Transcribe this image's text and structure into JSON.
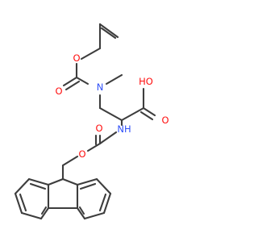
{
  "molecule": {
    "atom_labels": [
      {
        "id": "o-ether-alloc",
        "text": "O",
        "color": "#ff0d0d"
      },
      {
        "id": "o-carbonyl-alloc",
        "text": "O",
        "color": "#ff0d0d"
      },
      {
        "id": "n-methyl",
        "text": "N",
        "color": "#3050f8"
      },
      {
        "id": "o-hydroxyl",
        "text": "HO",
        "color": "#ff0d0d"
      },
      {
        "id": "o-acid-carbonyl",
        "text": "O",
        "color": "#ff0d0d"
      },
      {
        "id": "n-amide",
        "text": "NH",
        "color": "#3050f8"
      },
      {
        "id": "o-carbonyl-fmoc",
        "text": "O",
        "color": "#ff0d0d"
      },
      {
        "id": "o-ether-fmoc",
        "text": "O",
        "color": "#ff0d0d"
      }
    ]
  },
  "colors": {
    "bond": "#3d3d3d",
    "oxygen": "#ff0d0d",
    "nitrogen": "#3050f8",
    "background": "#ffffff"
  }
}
